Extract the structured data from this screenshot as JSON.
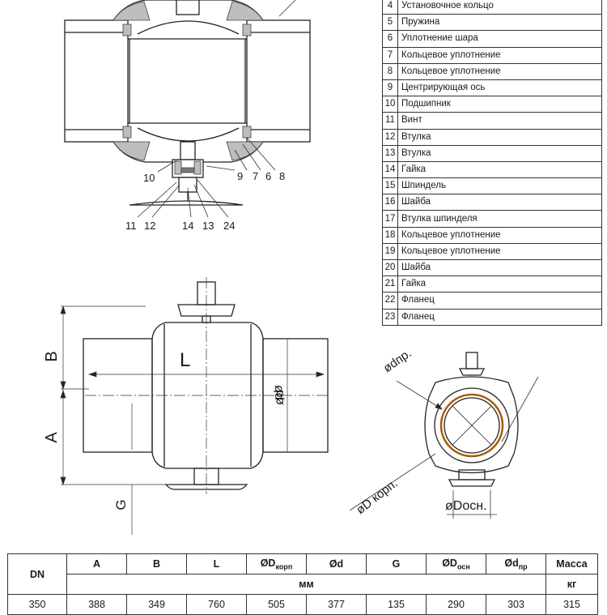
{
  "parts": [
    {
      "n": "4",
      "name": "Установочное кольцо"
    },
    {
      "n": "5",
      "name": "Пружина"
    },
    {
      "n": "6",
      "name": "Уплотнение шара"
    },
    {
      "n": "7",
      "name": "Кольцевое уплотнение"
    },
    {
      "n": "8",
      "name": "Кольцевое уплотнение"
    },
    {
      "n": "9",
      "name": "Центрирующая ось"
    },
    {
      "n": "10",
      "name": "Подшипник"
    },
    {
      "n": "11",
      "name": "Винт"
    },
    {
      "n": "12",
      "name": "Втулка"
    },
    {
      "n": "13",
      "name": "Втулка"
    },
    {
      "n": "14",
      "name": "Гайка"
    },
    {
      "n": "15",
      "name": "Шпиндель"
    },
    {
      "n": "16",
      "name": "Шайба"
    },
    {
      "n": "17",
      "name": "Втулка шпинделя"
    },
    {
      "n": "18",
      "name": "Кольцевое уплотнение"
    },
    {
      "n": "19",
      "name": "Кольцевое уплотнение"
    },
    {
      "n": "20",
      "name": "Шайба"
    },
    {
      "n": "21",
      "name": "Гайка"
    },
    {
      "n": "22",
      "name": "Фланец"
    },
    {
      "n": "23",
      "name": "Фланец"
    }
  ],
  "section_callouts": {
    "l10": "10",
    "l9": "9",
    "l7": "7",
    "l6": "6",
    "l8": "8",
    "l11": "11",
    "l12": "12",
    "l14": "14",
    "l13": "13",
    "l24": "24"
  },
  "front_labels": {
    "b": "B",
    "a": "A",
    "g": "G",
    "l": "L",
    "d_body": "ød",
    "d_side": "ød"
  },
  "side_labels": {
    "dnp": "ødпр.",
    "dkorp": "øD корп.",
    "dosn": "øDосн."
  },
  "dims": {
    "h_dn": "DN",
    "h_a": "A",
    "h_b": "B",
    "h_l": "L",
    "h_dk": "ØD",
    "h_dk_sub": "корп",
    "h_d": "Ød",
    "h_g": "G",
    "h_do": "ØD",
    "h_do_sub": "осн",
    "h_dp": "Ød",
    "h_dp_sub": "пр",
    "h_m": "Масса",
    "u_mm": "мм",
    "u_kg": "кг",
    "row": [
      "350",
      "388",
      "349",
      "760",
      "505",
      "377",
      "135",
      "290",
      "303",
      "315"
    ]
  }
}
